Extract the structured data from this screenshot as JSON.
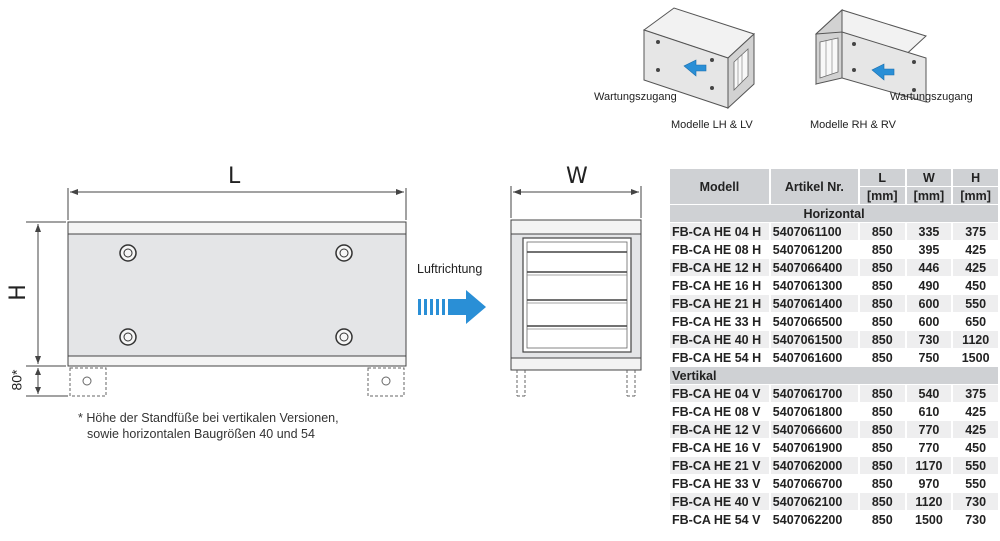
{
  "top": {
    "wartung_left": "Wartungszugang",
    "wartung_right": "Wartungszugang",
    "model_left": "Modelle LH & LV",
    "model_right": "Modelle RH & RV"
  },
  "drawing_front": {
    "label_L": "L",
    "label_H": "H",
    "label_foot": "80*"
  },
  "airflow": {
    "label": "Luftrichtung"
  },
  "drawing_side": {
    "label_W": "W"
  },
  "footnote": {
    "line1": "* Höhe der Standfüße bei vertikalen Versionen,",
    "line2": "sowie horizontalen Baugrößen 40 und 54"
  },
  "table": {
    "headers": {
      "model": "Modell",
      "article": "Artikel Nr.",
      "L": "L",
      "W": "W",
      "H": "H",
      "unit_L": "[mm]",
      "unit_W": "[mm]",
      "unit_H": "[mm]"
    },
    "group_horizontal": "Horizontal",
    "group_vertical": "Vertikal",
    "horizontal_rows": [
      {
        "model": "FB-CA HE 04 H",
        "article": "5407061100",
        "L": "850",
        "W": "335",
        "H": "375"
      },
      {
        "model": "FB-CA HE 08 H",
        "article": "5407061200",
        "L": "850",
        "W": "395",
        "H": "425"
      },
      {
        "model": "FB-CA HE 12 H",
        "article": "5407066400",
        "L": "850",
        "W": "446",
        "H": "425"
      },
      {
        "model": "FB-CA HE 16 H",
        "article": "5407061300",
        "L": "850",
        "W": "490",
        "H": "450"
      },
      {
        "model": "FB-CA HE 21 H",
        "article": "5407061400",
        "L": "850",
        "W": "600",
        "H": "550"
      },
      {
        "model": "FB-CA HE 33 H",
        "article": "5407066500",
        "L": "850",
        "W": "600",
        "H": "650"
      },
      {
        "model": "FB-CA HE 40 H",
        "article": "5407061500",
        "L": "850",
        "W": "730",
        "H": "1120"
      },
      {
        "model": "FB-CA HE 54 H",
        "article": "5407061600",
        "L": "850",
        "W": "750",
        "H": "1500"
      }
    ],
    "vertical_rows": [
      {
        "model": "FB-CA HE 04 V",
        "article": "5407061700",
        "L": "850",
        "W": "540",
        "H": "375"
      },
      {
        "model": "FB-CA HE 08 V",
        "article": "5407061800",
        "L": "850",
        "W": "610",
        "H": "425"
      },
      {
        "model": "FB-CA HE 12 V",
        "article": "5407066600",
        "L": "850",
        "W": "770",
        "H": "425"
      },
      {
        "model": "FB-CA HE 16 V",
        "article": "5407061900",
        "L": "850",
        "W": "770",
        "H": "450"
      },
      {
        "model": "FB-CA HE 21 V",
        "article": "5407062000",
        "L": "850",
        "W": "1170",
        "H": "550"
      },
      {
        "model": "FB-CA HE 33 V",
        "article": "5407066700",
        "L": "850",
        "W": "970",
        "H": "550"
      },
      {
        "model": "FB-CA HE 40 V",
        "article": "5407062100",
        "L": "850",
        "W": "1120",
        "H": "730"
      },
      {
        "model": "FB-CA HE 54 V",
        "article": "5407062200",
        "L": "850",
        "W": "1500",
        "H": "730"
      }
    ]
  },
  "colors": {
    "arrow_blue": "#2a8fd6",
    "panel_grey": "#e4e5e7",
    "line": "#444444",
    "table_header": "#cfd1d4",
    "table_stripe": "#eeeeef"
  }
}
